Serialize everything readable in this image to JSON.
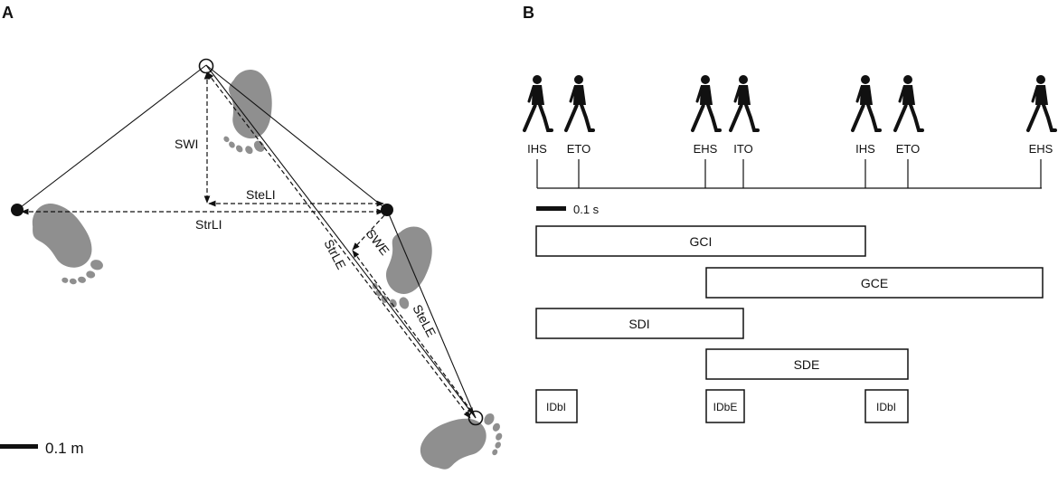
{
  "panel_a": {
    "letter": "A",
    "labels": {
      "swi": "SWI",
      "steli": "SteLI",
      "strli": "StrLI",
      "swe": "SWE",
      "strle": "StrLE",
      "stele": "SteLE"
    },
    "scale_label": "0.1 m",
    "footprint_color": "#8f8f8f"
  },
  "panel_b": {
    "letter": "B",
    "events": [
      "IHS",
      "ETO",
      "EHS",
      "ITO",
      "IHS",
      "ETO",
      "EHS"
    ],
    "scale_label": "0.1 s",
    "bars": {
      "gci": "GCI",
      "gce": "GCE",
      "sdi": "SDI",
      "sde": "SDE",
      "idbi_1": "IDbI",
      "idbe": "IDbE",
      "idbi_2": "IDbI"
    },
    "walker_color": "#111111"
  }
}
